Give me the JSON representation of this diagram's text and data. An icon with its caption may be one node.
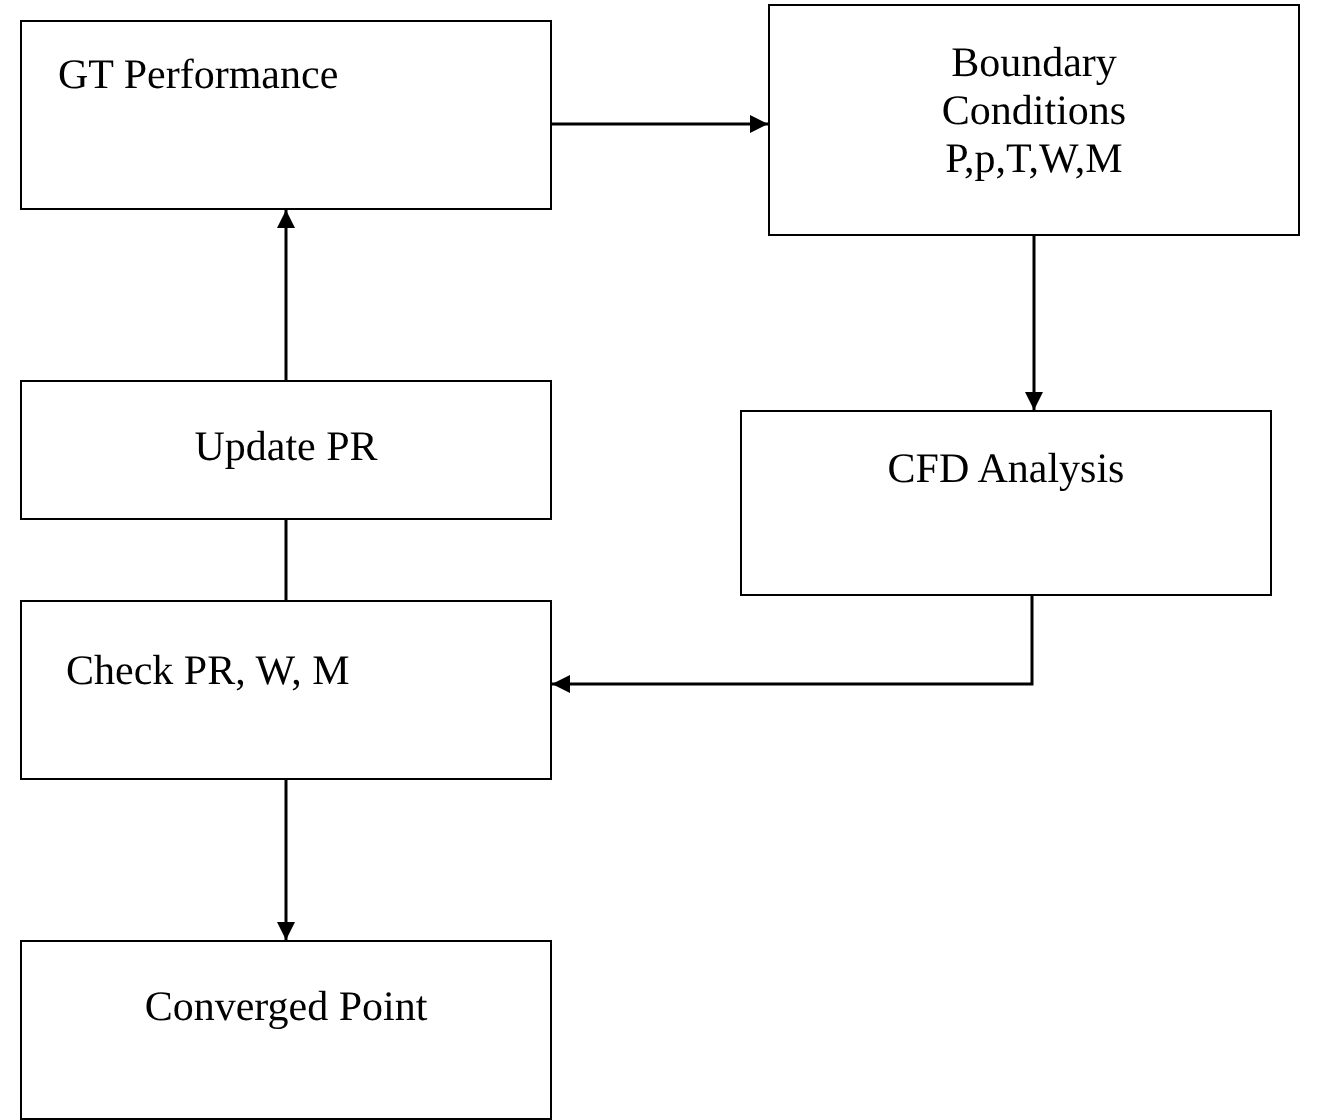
{
  "diagram": {
    "nodes": [
      {
        "text": [
          "GT Performance"
        ]
      },
      {
        "text": [
          "Boundary Conditions",
          "P,p,T,W,M"
        ]
      },
      {
        "text": [
          "Update PR"
        ]
      },
      {
        "text": [
          "CFD Analysis"
        ]
      },
      {
        "text": [
          "Check PR, W, M"
        ]
      },
      {
        "text": [
          "Converged Point"
        ]
      }
    ],
    "edges": [
      {
        "from": 0,
        "to": 1,
        "arrow": "to"
      },
      {
        "from": 1,
        "to": 3,
        "arrow": "to"
      },
      {
        "from": 3,
        "to": 4,
        "arrow": "to"
      },
      {
        "from": 4,
        "to": 2,
        "arrow": "none"
      },
      {
        "from": 2,
        "to": 0,
        "arrow": "to"
      },
      {
        "from": 4,
        "to": 5,
        "arrow": "to"
      }
    ]
  }
}
